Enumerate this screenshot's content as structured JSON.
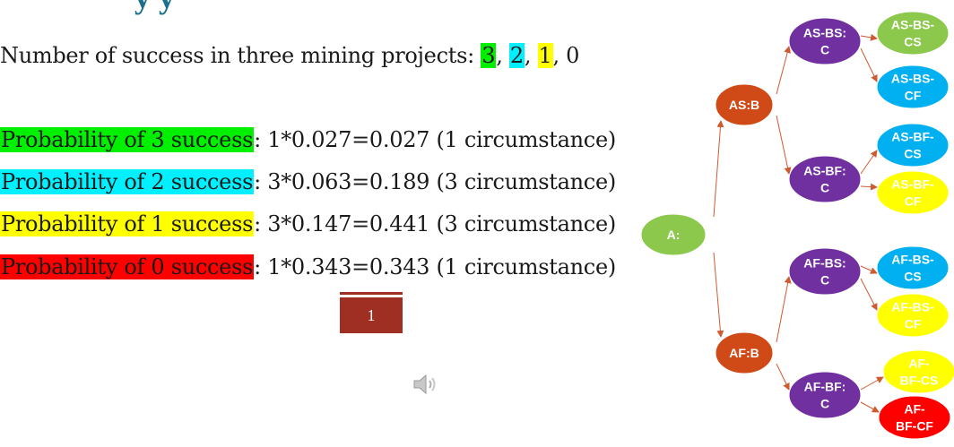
{
  "title_fragment": "y   y",
  "summary": {
    "prefix": "Number of success in three mining projects: ",
    "v1": "3",
    "sep1": ", ",
    "v2": "2",
    "sep2": ", ",
    "v3": "1",
    "sep3": ", ",
    "v4": "0"
  },
  "probabilities": [
    {
      "label": "Probability of 3 success",
      "rest": ": 1*0.027=0.027 (1 circumstance)",
      "color": "#00f000"
    },
    {
      "label": "Probability of 2 success",
      "rest": ": 3*0.063=0.189 (3 circumstance)",
      "color": "#00f0ff"
    },
    {
      "label": "Probability of 1 success",
      "rest": ": 3*0.147=0.441 (3 circumstance)",
      "color": "#ffff00"
    },
    {
      "label": "Probability of 0 success",
      "rest": ": 1*0.343=0.343 (1 circumstance)",
      "color": "#ff0000"
    }
  ],
  "page_number": "1",
  "tree": {
    "root": "A:",
    "level1": [
      "AS:B",
      "AF:B"
    ],
    "level2": [
      [
        "AS-BS:",
        "C"
      ],
      [
        "AS-BF:",
        "C"
      ],
      [
        "AF-BS:",
        "C"
      ],
      [
        "AF-BF:",
        "C"
      ]
    ],
    "leaves": [
      {
        "lines": [
          "AS-BS-",
          "CS"
        ],
        "color": "#8cc84b"
      },
      {
        "lines": [
          "AS-BS-",
          "CF"
        ],
        "color": "#00b0f0"
      },
      {
        "lines": [
          "AS-BF-",
          "CS"
        ],
        "color": "#00b0f0"
      },
      {
        "lines": [
          "AS-BF-",
          "CF"
        ],
        "color": "#ffff00"
      },
      {
        "lines": [
          "AF-BS-",
          "CS"
        ],
        "color": "#00b0f0"
      },
      {
        "lines": [
          "AF-BS-",
          "CF"
        ],
        "color": "#ffff00"
      },
      {
        "lines": [
          "AF-",
          "BF-CS"
        ],
        "color": "#ffff00"
      },
      {
        "lines": [
          "AF-",
          "BF-CF"
        ],
        "color": "#ff0000"
      }
    ],
    "colors": {
      "root": "#8cc84b",
      "level1": "#d04a18",
      "level2": "#7030a0",
      "edge": "#d05a30"
    }
  }
}
